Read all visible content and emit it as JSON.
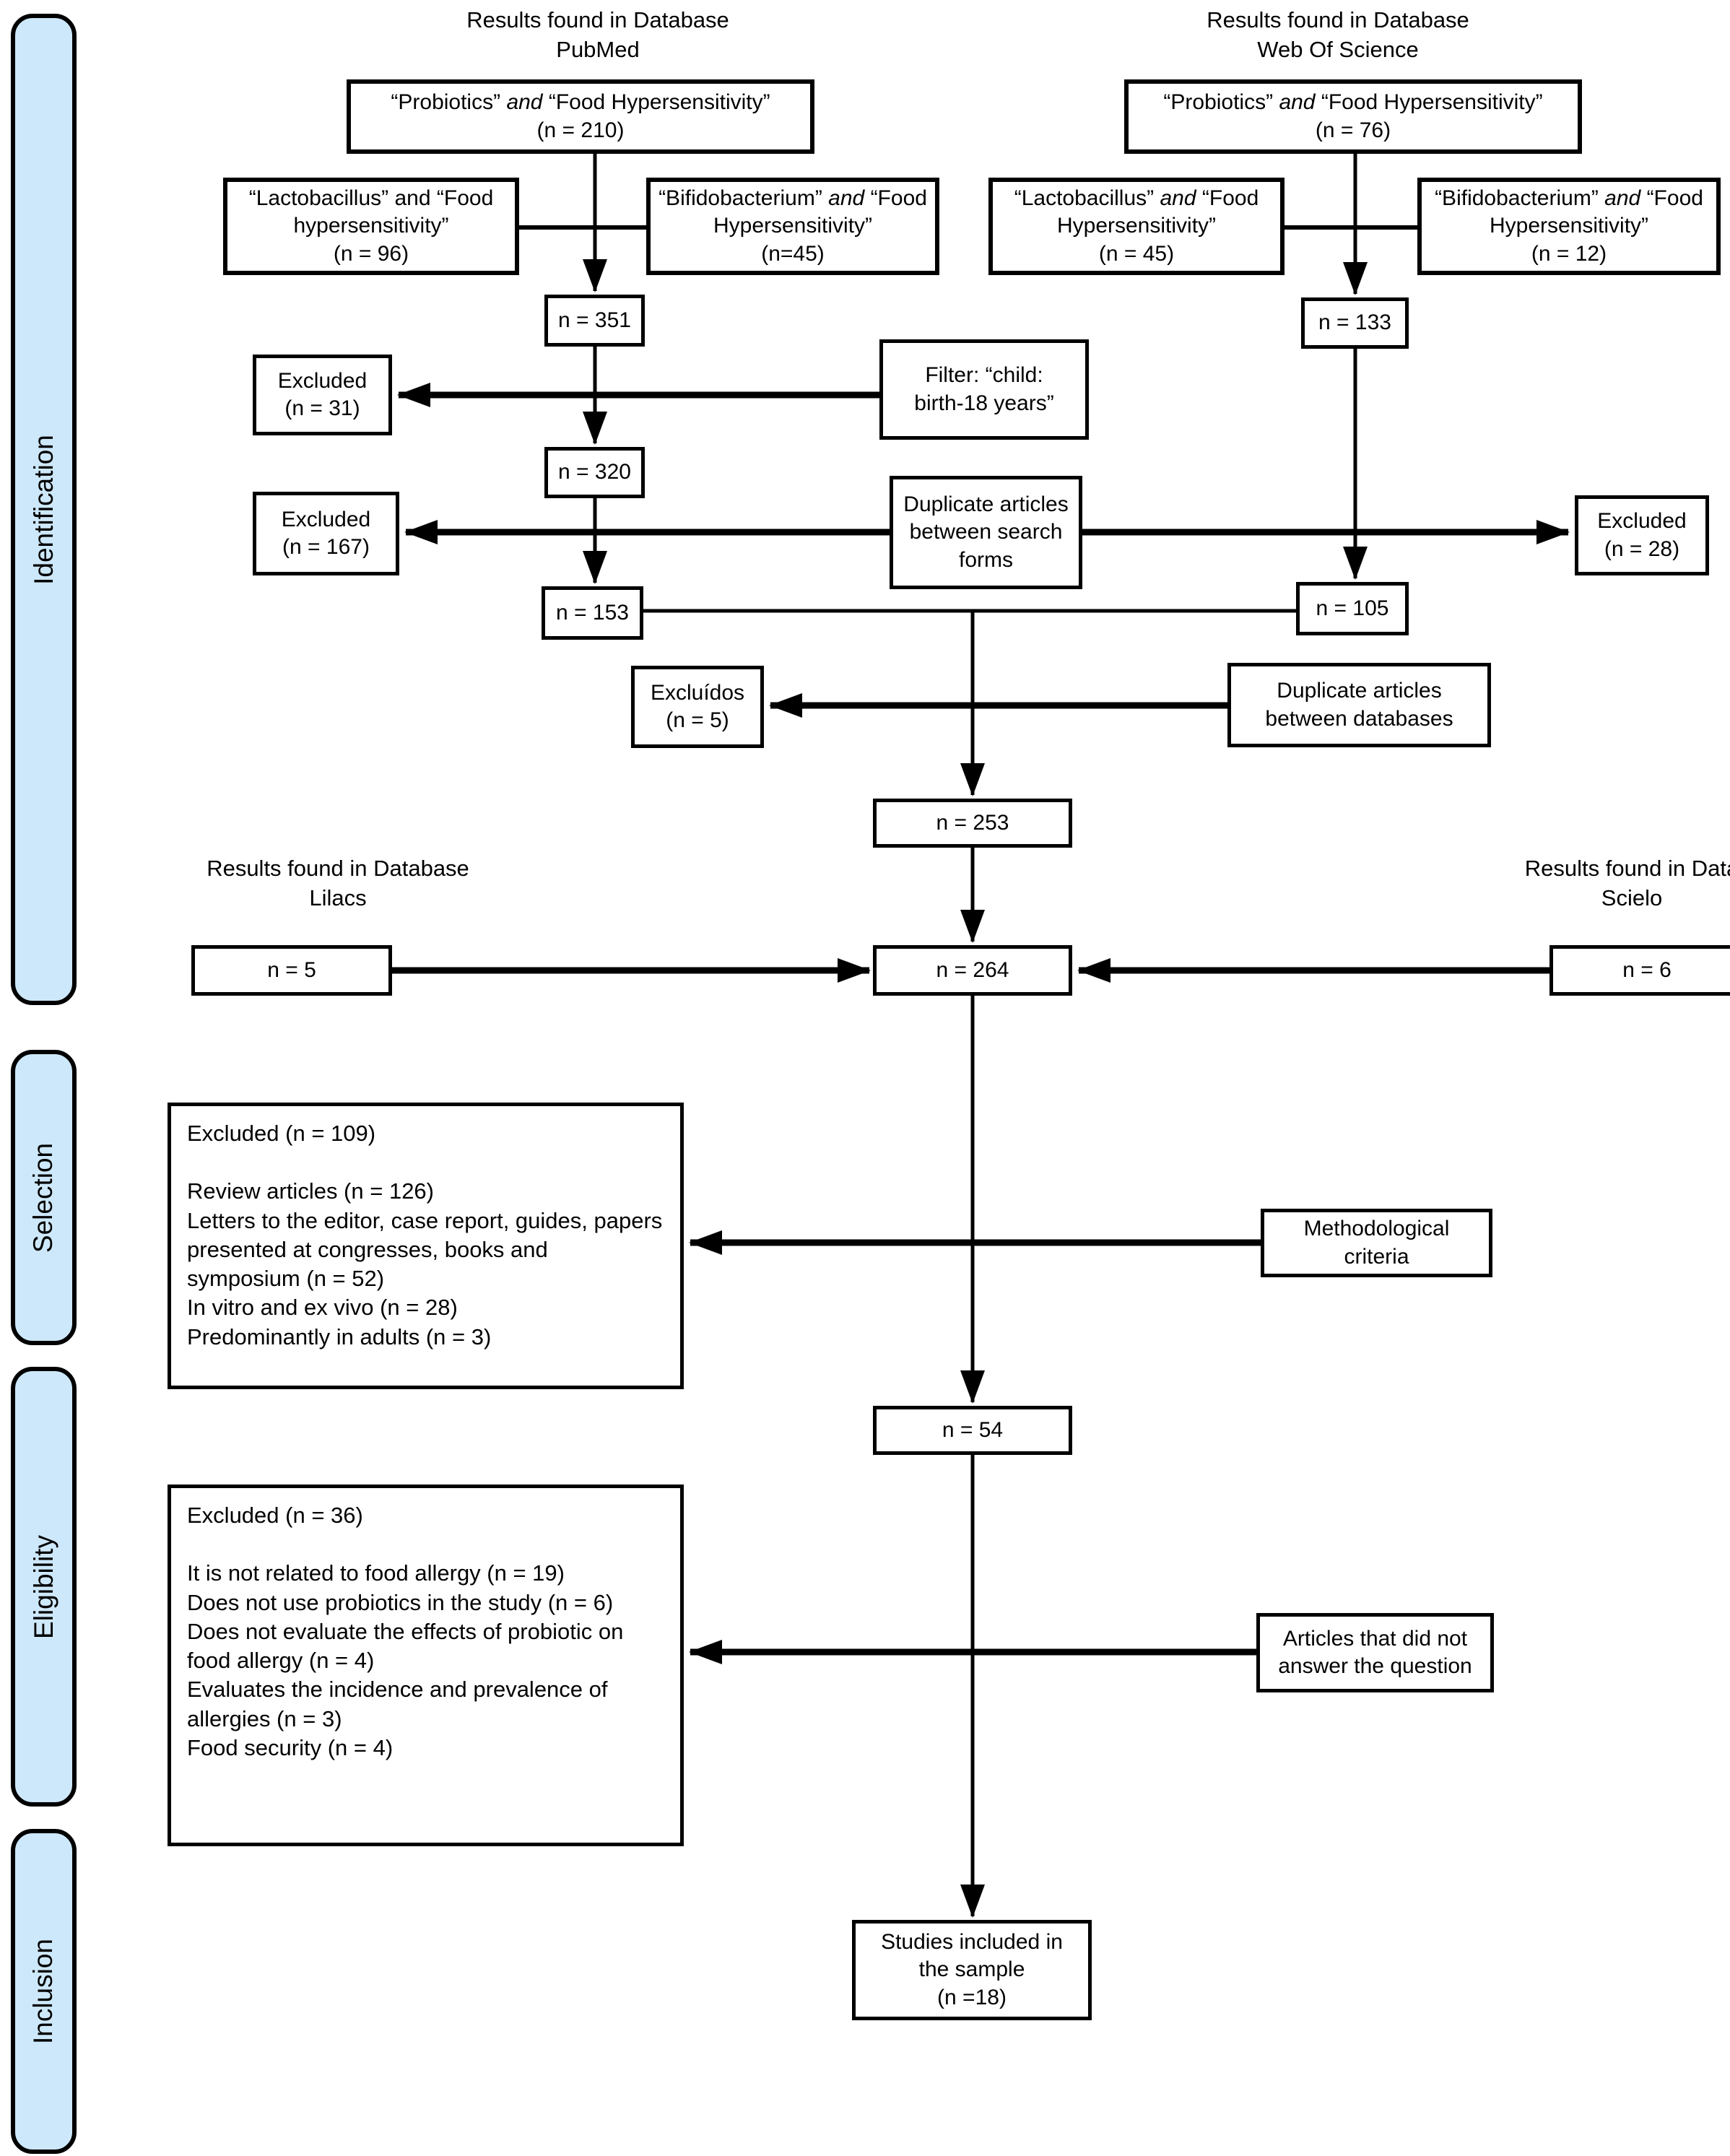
{
  "colors": {
    "stage_fill": "#cde8fa",
    "line_and_border": "#000000",
    "background": "#ffffff"
  },
  "sidebar": {
    "identification": "Identification",
    "selection": "Selection",
    "eligibility": "Eligibility",
    "inclusion": "Inclusion"
  },
  "headers": {
    "pubmed_line1": "Results found in Database",
    "pubmed_line2": "PubMed",
    "wos_line1": "Results found in Database",
    "wos_line2": "Web Of Science",
    "lilacs_line1": "Results found in Database",
    "lilacs_line2": "Lilacs",
    "scielo_line1": "Results found in Data",
    "scielo_line2": "Scielo"
  },
  "boxes": {
    "pubmed_search": {
      "pre": "“Probiotics”",
      "conj": "and",
      "post": "“Food Hypersensitivity”",
      "count": "(n = 210)"
    },
    "pubmed_lacto": {
      "pre": "“Lactobacillus”",
      "conj": "and",
      "post": "“Food hypersensitivity”",
      "count": "(n = 96)"
    },
    "pubmed_bifido": {
      "pre": "“Bifidobacterium”",
      "conj": "and",
      "post": "“Food Hypersensitivity”",
      "count": "(n=45)"
    },
    "wos_search": {
      "pre": "“Probiotics”",
      "conj": "and",
      "post": "“Food Hypersensitivity”",
      "count": "(n = 76)"
    },
    "wos_lacto": {
      "pre": "“Lactobacillus”",
      "conj": "and",
      "post": "“Food Hypersensitivity”",
      "count": "(n = 45)"
    },
    "wos_bifido": {
      "pre": "“Bifidobacterium”",
      "conj": "and",
      "post": "“Food Hypersensitivity”",
      "count": "(n = 12)"
    },
    "n351": "n = 351",
    "n320": "n = 320",
    "n153": "n = 153",
    "n133": "n = 133",
    "n105": "n = 105",
    "n253": "n = 253",
    "n264": "n = 264",
    "n54": "n = 54",
    "n5": "n = 5",
    "n6": "n = 6",
    "excluded31_l1": "Excluded",
    "excluded31_l2": "(n = 31)",
    "excluded167_l1": "Excluded",
    "excluded167_l2": "(n = 167)",
    "excluded28_l1": "Excluded",
    "excluded28_l2": "(n = 28)",
    "excluidos5_l1": "Excluídos",
    "excluidos5_l2": "(n = 5)",
    "filter_l1": "Filter: “child:",
    "filter_l2": "birth-18 years”",
    "dup_search_forms": "Duplicate articles between search forms",
    "dup_databases": "Duplicate articles between databases",
    "methodological_l1": "Methodological",
    "methodological_l2": "criteria",
    "articles_no_answer_l1": "Articles that did not",
    "articles_no_answer_l2": "answer the question",
    "studies_l1": "Studies included in",
    "studies_l2": "the sample",
    "studies_l3": "(n =18)"
  },
  "selection_excluded": {
    "title": "Excluded (n = 109)",
    "item1": "Review articles (n = 126)",
    "item2": "Letters to the editor, case report, guides, papers presented at congresses, books and symposium (n = 52)",
    "item3": "In vitro and ex vivo (n = 28)",
    "item4": "Predominantly in adults (n = 3)"
  },
  "eligibility_excluded": {
    "title": "Excluded (n = 36)",
    "item1": "It is not related to food allergy (n = 19)",
    "item2": "Does not use probiotics in the study (n = 6)",
    "item3": "Does not evaluate the effects of probiotic on food allergy (n = 4)",
    "item4": "Evaluates the incidence and prevalence of allergies (n = 3)",
    "item5": "Food security (n = 4)"
  }
}
